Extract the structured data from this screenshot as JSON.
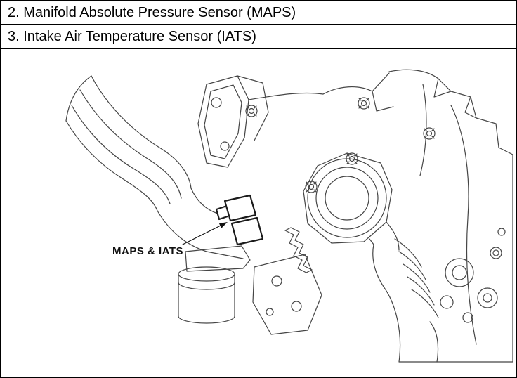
{
  "header": {
    "items": [
      {
        "label": "2. Manifold Absolute Pressure Sensor (MAPS)"
      },
      {
        "label": "3. Intake Air Temperature Sensor (IATS)"
      }
    ]
  },
  "diagram": {
    "label": "MAPS & IATS",
    "line_color": "#454545",
    "ink_color": "#111111"
  }
}
